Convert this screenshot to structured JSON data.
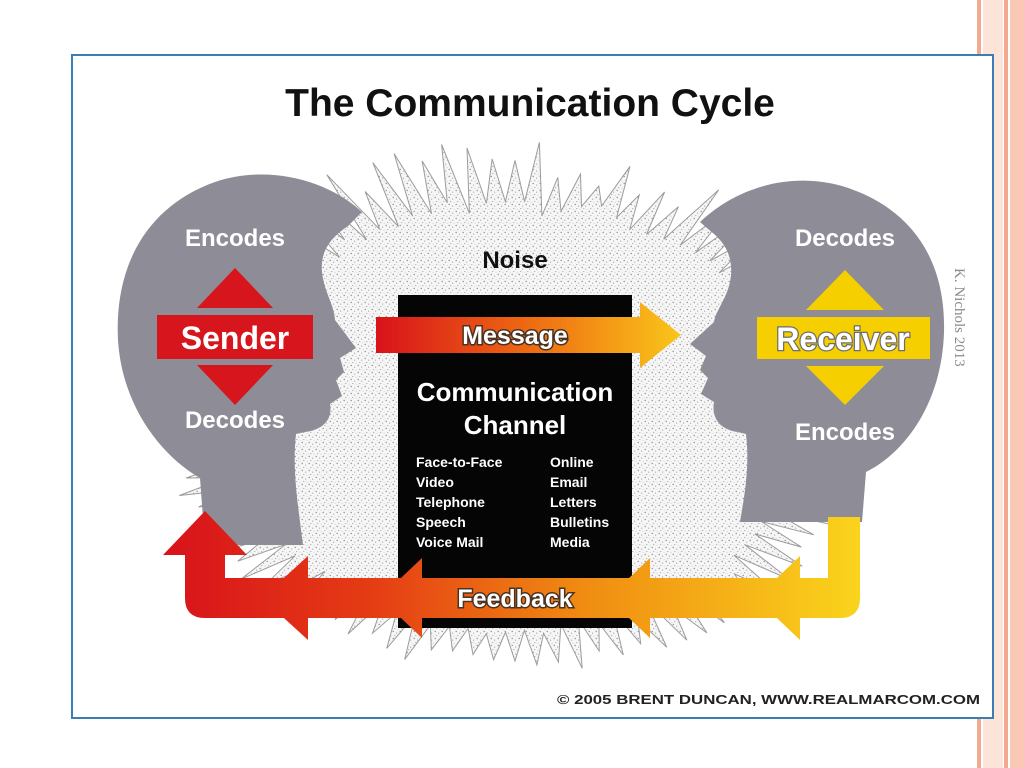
{
  "slide": {
    "attribution": "K. Nichols 2013",
    "colors": {
      "side_stripe": "#f3a98f",
      "frame_border": "#3a7eb4"
    }
  },
  "diagram": {
    "title": "The Communication Cycle",
    "noise_label": "Noise",
    "head_color": "#8d8c97",
    "sender": {
      "top_label": "Encodes",
      "label": "Sender",
      "bottom_label": "Decodes",
      "color": "#d6151c"
    },
    "receiver": {
      "top_label": "Decodes",
      "label": "Receiver",
      "bottom_label": "Encodes",
      "color": "#f5cf00"
    },
    "message_label": "Message",
    "channel": {
      "title_line1": "Communication",
      "title_line2": "Channel",
      "methods_left": [
        "Face-to-Face",
        "Video",
        "Telephone",
        "Speech",
        "Voice Mail"
      ],
      "methods_right": [
        "Online",
        "Email",
        "Letters",
        "Bulletins",
        "Media"
      ]
    },
    "feedback_label": "Feedback",
    "copyright": "© 2005 BRENT DUNCAN, WWW.REALMARCOM.COM"
  }
}
